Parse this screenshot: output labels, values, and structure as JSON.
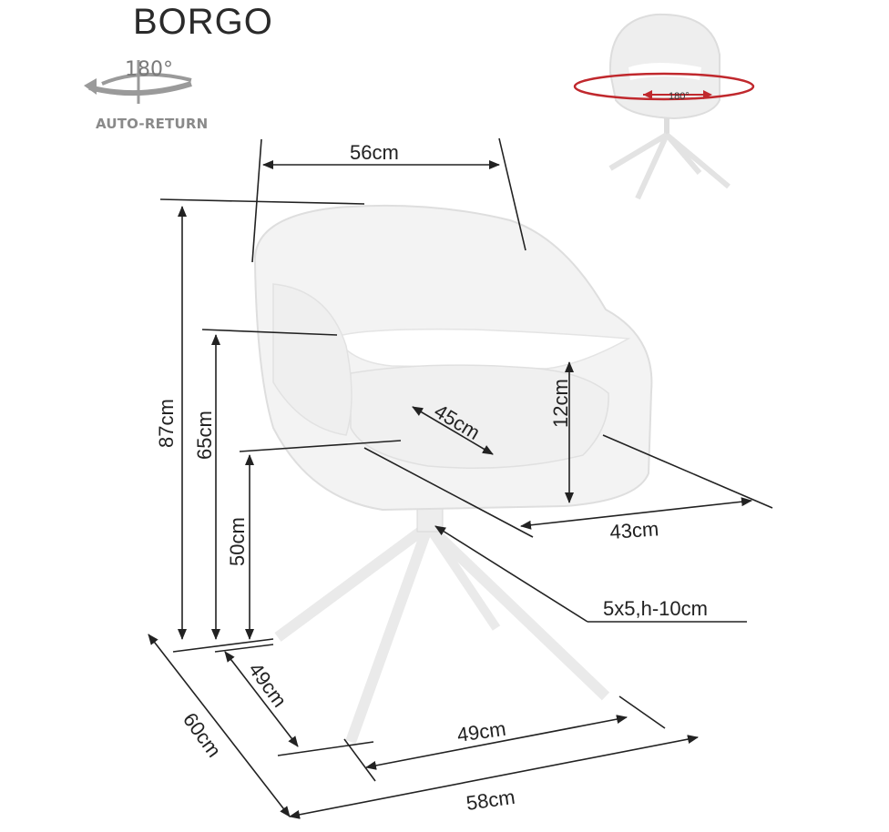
{
  "product": {
    "name": "BORGO"
  },
  "rotation_badge": {
    "angle": "180°",
    "label": "AUTO-RETURN",
    "icon": "rotate-arrow-icon"
  },
  "swivel_preview": {
    "angle": "180°"
  },
  "dimensions": {
    "width_top": "56cm",
    "total_height": "87cm",
    "armrest_height": "65cm",
    "seat_height": "50cm",
    "seat_depth": "45cm",
    "armrest_gap": "12cm",
    "seat_width": "43cm",
    "leg_profile": "5x5,h-10cm",
    "base_depth_inner": "49cm",
    "base_width_inner": "49cm",
    "base_depth_outer": "60cm",
    "base_width_outer": "58cm"
  },
  "colors": {
    "line": "#222222",
    "chair_fill": "#f3f3f3",
    "chair_stroke": "#d0d0d0",
    "swivel_accent": "#c0282d"
  }
}
